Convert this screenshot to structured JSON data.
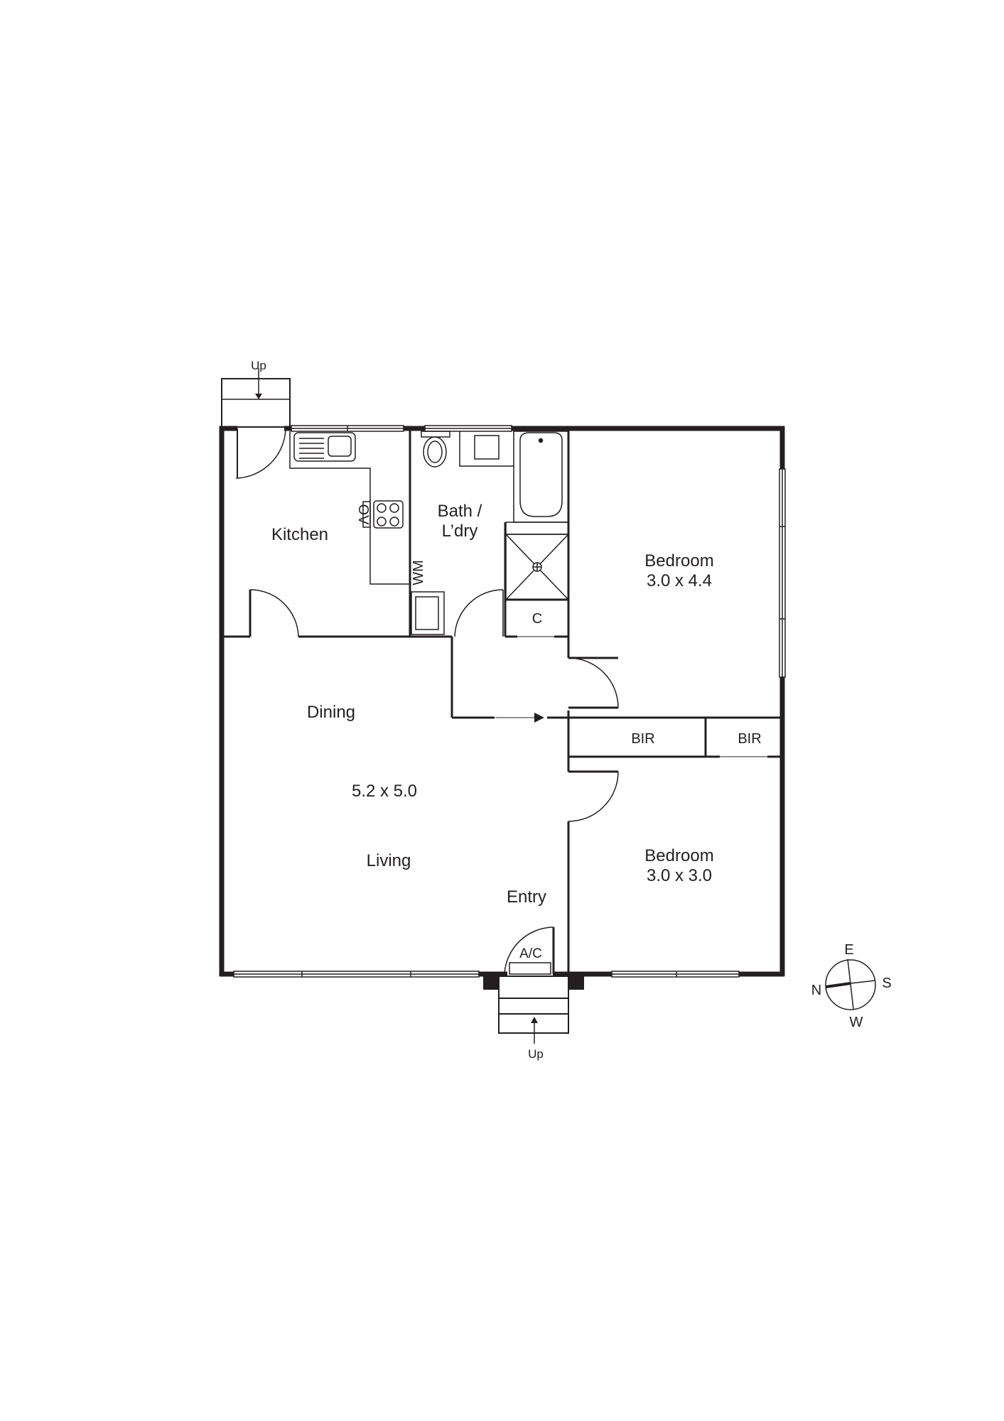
{
  "plan": {
    "colors": {
      "wall": "#231f20",
      "background": "#ffffff",
      "line": "#231f20"
    },
    "rooms": {
      "kitchen": {
        "name": "Kitchen"
      },
      "bath": {
        "name_line1": "Bath /",
        "name_line2": "L’dry"
      },
      "bedroom1": {
        "name": "Bedroom",
        "size": "3.0 x 4.4"
      },
      "bedroom2": {
        "name": "Bedroom",
        "size": "3.0 x 3.0"
      },
      "dining": {
        "name": "Dining"
      },
      "living": {
        "name": "Living",
        "size": "5.2 x 5.0"
      },
      "entry": {
        "name": "Entry"
      }
    },
    "fixtures": {
      "oven": "OV",
      "washing_machine": "WM",
      "cupboard": "C",
      "bir1": "BIR",
      "bir2": "BIR",
      "ac": "A/C"
    },
    "stairs": {
      "top": "Up",
      "bottom": "Up"
    },
    "compass": {
      "n": "N",
      "e": "E",
      "s": "S",
      "w": "W"
    }
  }
}
